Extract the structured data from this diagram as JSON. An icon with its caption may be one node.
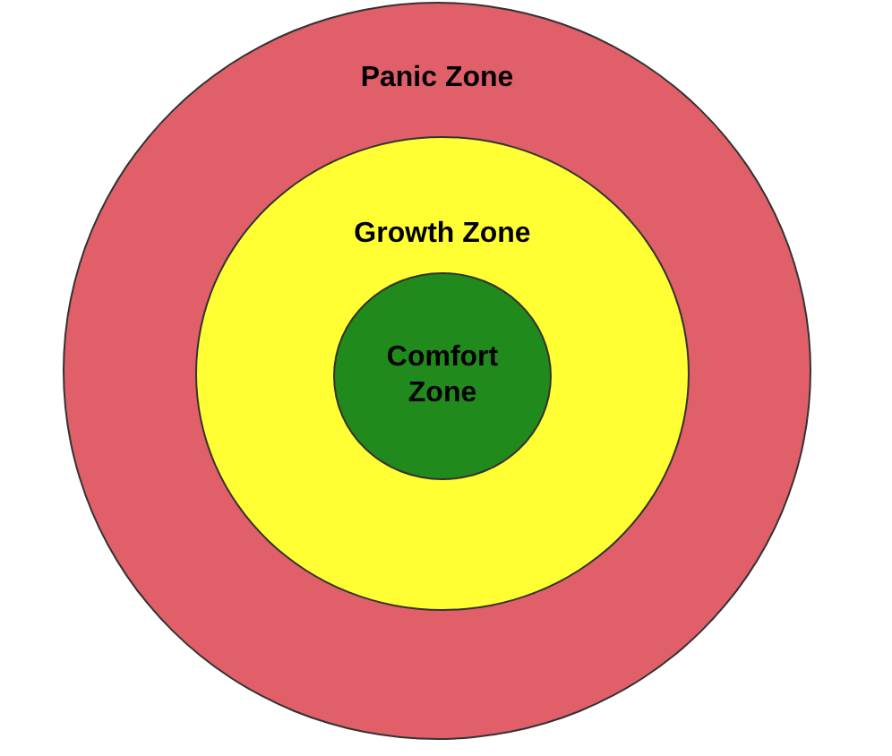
{
  "diagram": {
    "nodes": [
      {
        "text": [
          "Panic Zone"
        ]
      },
      {
        "text": [
          "Growth Zone"
        ],
        "in": 0
      },
      {
        "text": [
          "Comfort Zone"
        ],
        "in": 1
      }
    ]
  }
}
